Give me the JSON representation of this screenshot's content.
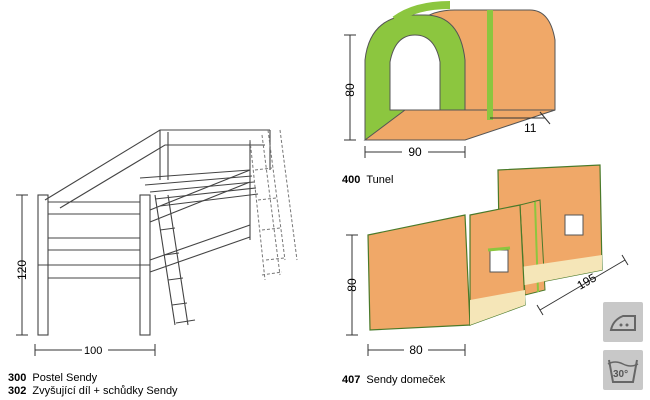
{
  "bed": {
    "code1": "300",
    "label1": "Postel Sendy",
    "code2": "302",
    "label2": "Zvyšující díl + schůdky Sendy",
    "dim_width": "100",
    "dim_height": "120"
  },
  "tunnel": {
    "code": "400",
    "label": "Tunel",
    "dim_width": "90",
    "dim_height": "80",
    "dim_depth": "11"
  },
  "house": {
    "code": "407",
    "label": "Sendy domeček",
    "dim_width": "80",
    "dim_height": "80",
    "dim_length": "195"
  },
  "care_icons": [
    "iron-icon",
    "wash-30-icon"
  ],
  "wash_temp": "30°",
  "colors": {
    "orange": "#F0A868",
    "green": "#8CC63F",
    "cream": "#F5E6B8",
    "outline": "#555555"
  }
}
